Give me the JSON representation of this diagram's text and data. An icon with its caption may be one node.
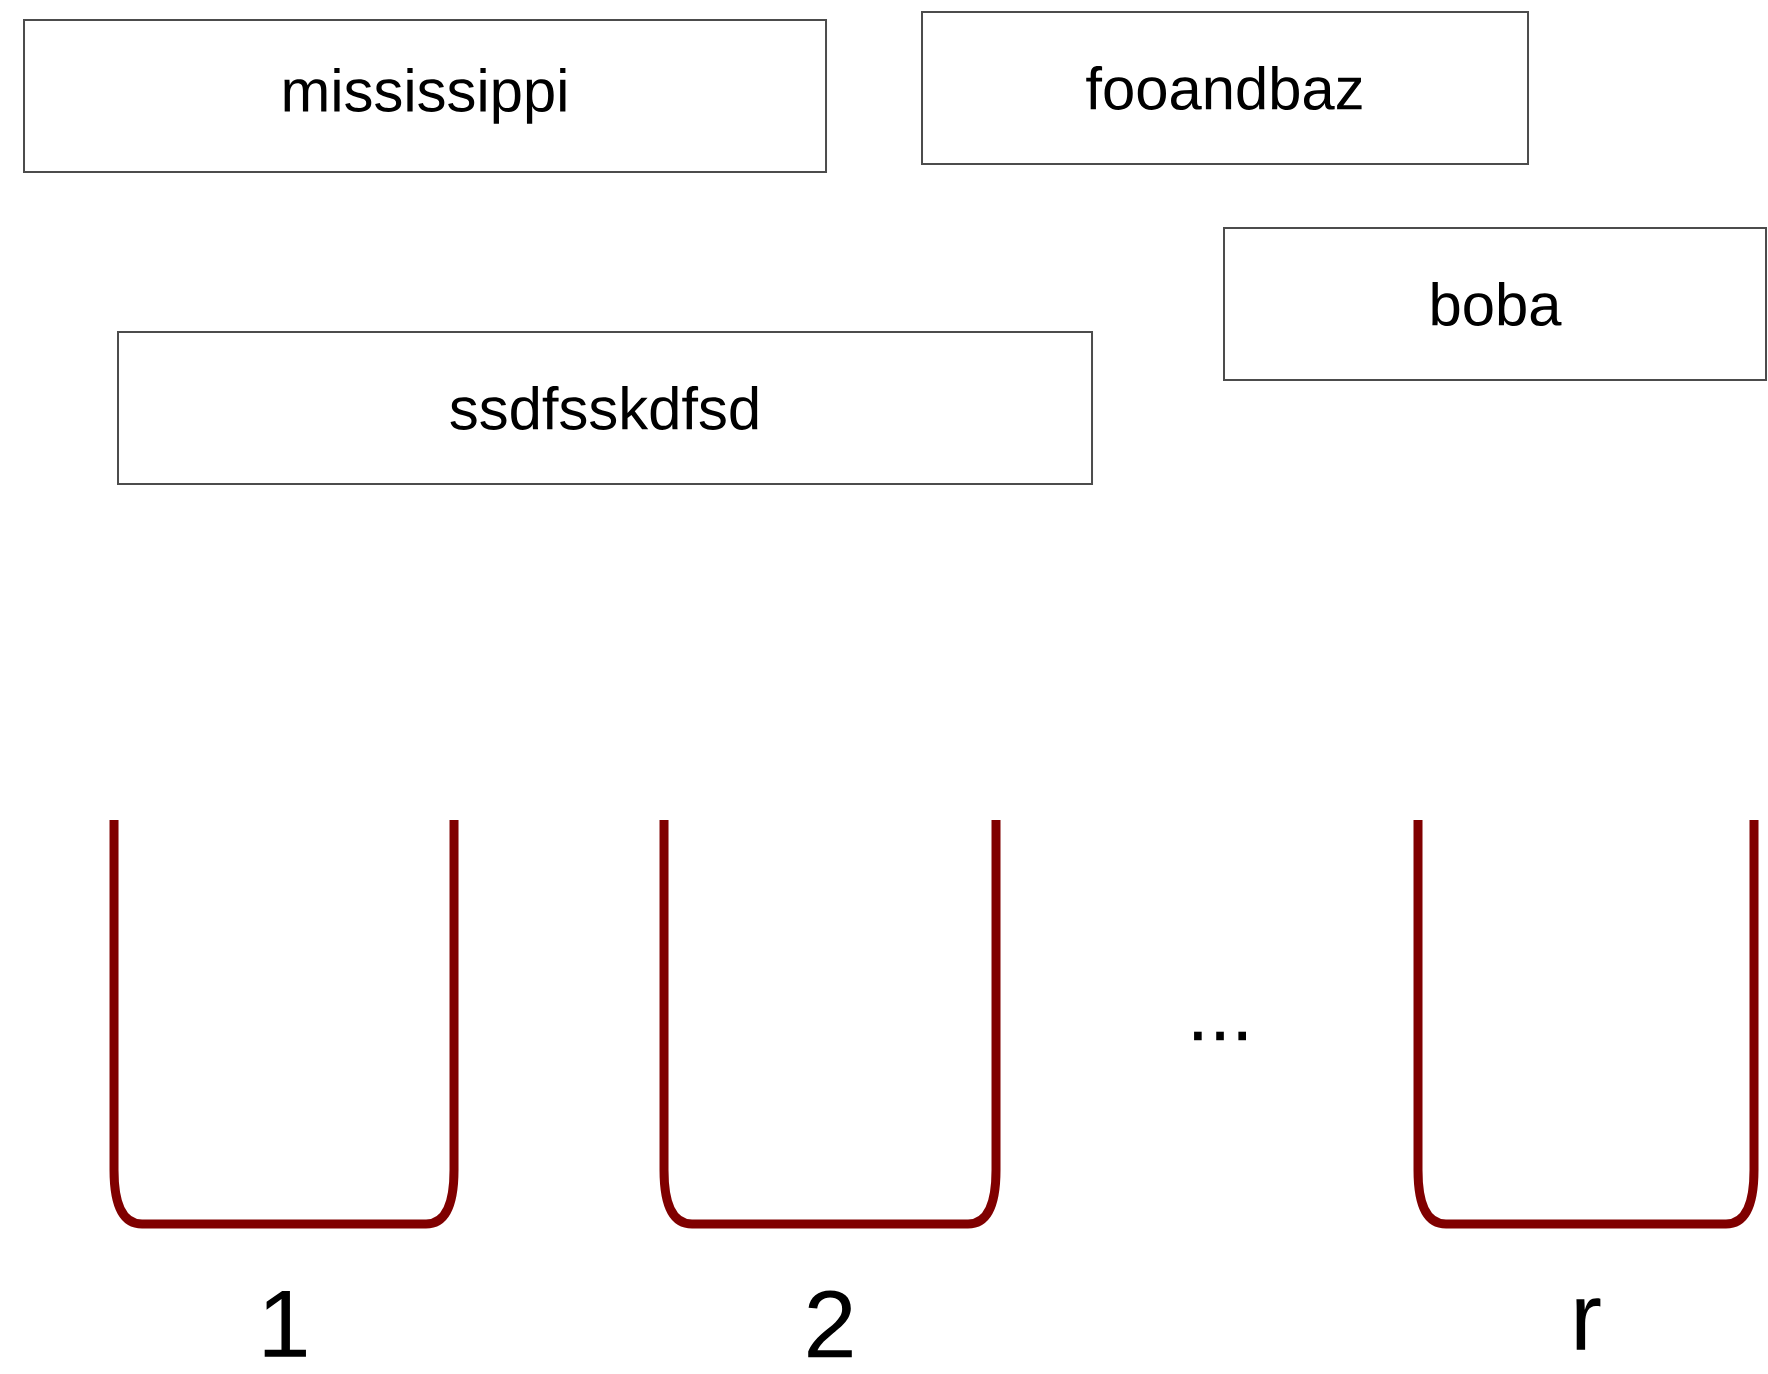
{
  "diagram": {
    "nodes": [
      {
        "text": [
          "mississippi"
        ]
      },
      {
        "text": [
          "fooandbaz"
        ]
      },
      {
        "text": [
          "boba"
        ]
      },
      {
        "text": [
          "ssdfsskdfsd"
        ]
      },
      {
        "text": [],
        "shape": "bucket",
        "beside": [
          "1"
        ]
      },
      {
        "text": [],
        "shape": "bucket",
        "beside": [
          "2"
        ]
      },
      {
        "text": [],
        "shape": "bucket",
        "beside": [
          "r"
        ]
      }
    ],
    "labels": [
      "..."
    ]
  }
}
